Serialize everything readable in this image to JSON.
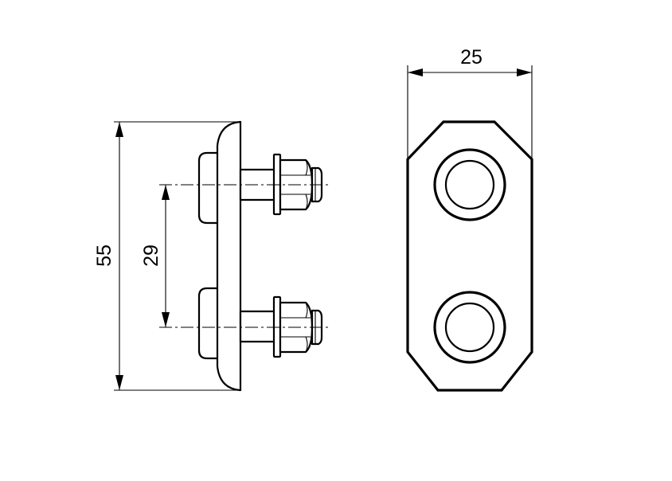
{
  "dimensions": {
    "width": "25",
    "height_total": "55",
    "hole_spacing": "29"
  }
}
